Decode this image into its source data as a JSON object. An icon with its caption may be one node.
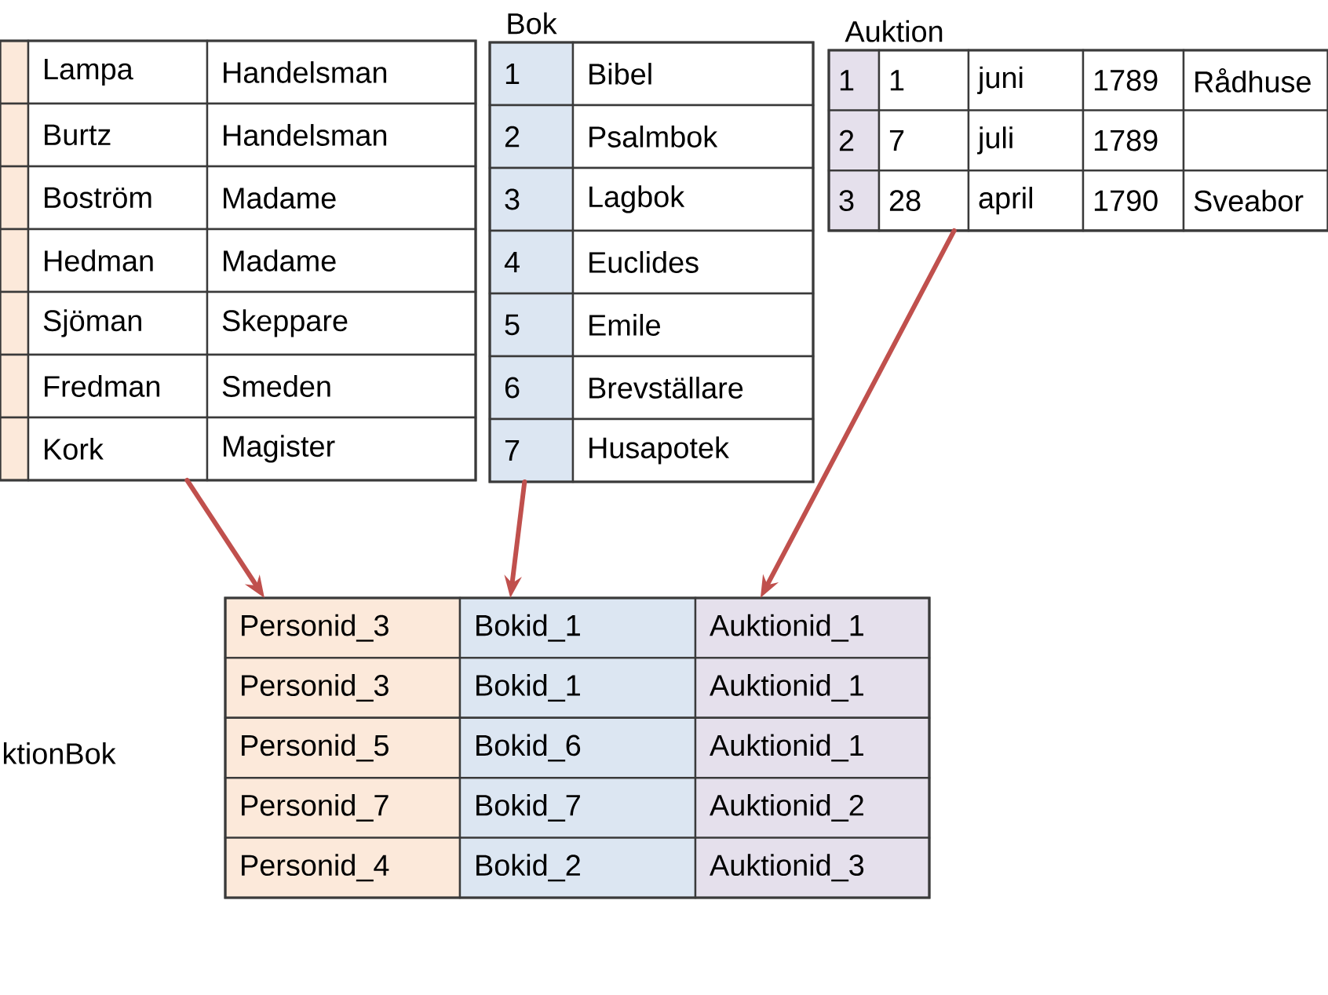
{
  "diagram": {
    "nodes": [
      {
        "text": [],
        "shape": "box"
      },
      {
        "text": [],
        "shape": "box",
        "in": 0
      },
      {
        "text": [
          "Lampa"
        ],
        "in": 0
      },
      {
        "text": [
          "Handelsman"
        ],
        "in": 0
      },
      {
        "text": [],
        "shape": "box",
        "in": 0
      },
      {
        "text": [
          "Burtz"
        ],
        "in": 0
      },
      {
        "text": [
          "Handelsman"
        ],
        "in": 0
      },
      {
        "text": [],
        "shape": "box",
        "in": 0
      },
      {
        "text": [
          "Boström"
        ],
        "in": 0
      },
      {
        "text": [
          "Madame"
        ],
        "in": 0
      },
      {
        "text": [],
        "shape": "box",
        "in": 0
      },
      {
        "text": [
          "Hedman"
        ],
        "in": 0
      },
      {
        "text": [
          "Madame"
        ],
        "in": 0
      },
      {
        "text": [],
        "shape": "box",
        "in": 0
      },
      {
        "text": [
          "Sjöman"
        ],
        "in": 0
      },
      {
        "text": [
          "Skeppare"
        ],
        "in": 0
      },
      {
        "text": [],
        "shape": "box",
        "in": 0
      },
      {
        "text": [
          "Fredman"
        ],
        "in": 0
      },
      {
        "text": [
          "Smeden"
        ],
        "in": 0
      },
      {
        "text": [],
        "shape": "box",
        "in": 0
      },
      {
        "text": [
          "Kork"
        ],
        "in": 0
      },
      {
        "text": [
          "Magister"
        ],
        "in": 0
      },
      {
        "text": [
          "Bok"
        ]
      },
      {
        "text": [
          "1"
        ],
        "in": 22
      },
      {
        "text": [
          "Bibel"
        ],
        "in": 22
      },
      {
        "text": [
          "2"
        ],
        "in": 22
      },
      {
        "text": [
          "Psalmbok"
        ],
        "in": 22
      },
      {
        "text": [
          "3"
        ],
        "in": 22
      },
      {
        "text": [
          "Lagbok"
        ],
        "in": 22
      },
      {
        "text": [
          "4"
        ],
        "in": 22
      },
      {
        "text": [
          "Euclides"
        ],
        "in": 22
      },
      {
        "text": [
          "5"
        ],
        "in": 22
      },
      {
        "text": [
          "Emile"
        ],
        "in": 22
      },
      {
        "text": [
          "6"
        ],
        "in": 22
      },
      {
        "text": [
          "Brevställare"
        ],
        "in": 22
      },
      {
        "text": [
          "7"
        ],
        "in": 22
      },
      {
        "text": [
          "Husapotek"
        ],
        "in": 22
      },
      {
        "text": [
          "Auktion"
        ]
      },
      {
        "text": [
          "1"
        ],
        "in": 37
      },
      {
        "text": [
          "1"
        ],
        "in": 37
      },
      {
        "text": [
          "juni"
        ],
        "in": 37
      },
      {
        "text": [
          "1789"
        ],
        "in": 37
      },
      {
        "text": [
          "Rådhuse"
        ],
        "in": 37
      },
      {
        "text": [
          "2"
        ],
        "in": 37
      },
      {
        "text": [
          "7"
        ],
        "in": 37
      },
      {
        "text": [
          "juli"
        ],
        "in": 37
      },
      {
        "text": [
          "1789"
        ],
        "in": 37
      },
      {
        "text": [],
        "shape": "box",
        "in": 37
      },
      {
        "text": [
          "3"
        ],
        "in": 37
      },
      {
        "text": [
          "28"
        ],
        "in": 37
      },
      {
        "text": [
          "april"
        ],
        "in": 37
      },
      {
        "text": [
          "1790"
        ],
        "in": 37
      },
      {
        "text": [
          "Sveabor"
        ],
        "in": 37
      },
      {
        "text": [
          "ktionBok"
        ]
      },
      {
        "text": [
          "Personid_3"
        ],
        "in": 53
      },
      {
        "text": [
          "Bokid_1"
        ],
        "in": 53
      },
      {
        "text": [
          "Auktionid_1"
        ],
        "in": 53
      },
      {
        "text": [
          "Personid_3"
        ],
        "in": 53
      },
      {
        "text": [
          "Bokid_1"
        ],
        "in": 53
      },
      {
        "text": [
          "Auktionid_1"
        ],
        "in": 53
      },
      {
        "text": [
          "Personid_5"
        ],
        "in": 53
      },
      {
        "text": [
          "Bokid_6"
        ],
        "in": 53
      },
      {
        "text": [
          "Auktionid_1"
        ],
        "in": 53
      },
      {
        "text": [
          "Personid_7"
        ],
        "in": 53
      },
      {
        "text": [
          "Bokid_7"
        ],
        "in": 53
      },
      {
        "text": [
          "Auktionid_2"
        ],
        "in": 53
      },
      {
        "text": [
          "Personid_4"
        ],
        "in": 53
      },
      {
        "text": [
          "Bokid_2"
        ],
        "in": 53
      },
      {
        "text": [
          "Auktionid_3"
        ],
        "in": 53
      }
    ],
    "edges": [
      {
        "from": 0,
        "to": 54,
        "arrow": "to"
      },
      {
        "from": 22,
        "to": 55,
        "arrow": "to"
      },
      {
        "from": 37,
        "to": 56,
        "arrow": "to"
      }
    ]
  }
}
